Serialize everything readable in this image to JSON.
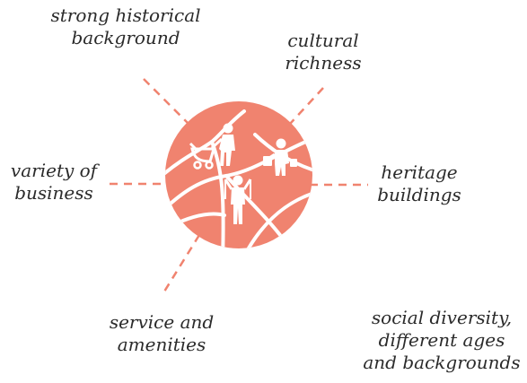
{
  "labels": {
    "historical": [
      "strong historical",
      "background"
    ],
    "cultural": [
      "cultural",
      "richness"
    ],
    "variety": [
      "variety of",
      "business"
    ],
    "heritage": [
      "heritage",
      "buildings"
    ],
    "service": [
      "service and",
      "amenities"
    ],
    "social": [
      "social diversity,",
      "different ages",
      "and backgrounds"
    ]
  },
  "colors": {
    "circle": "#f0836f",
    "dash": "#f0836f",
    "text": "#2b2b2b",
    "streets": "#ffffff"
  },
  "icons": [
    "pram-person-icon",
    "shopping-person-icon",
    "hiker-icon"
  ]
}
